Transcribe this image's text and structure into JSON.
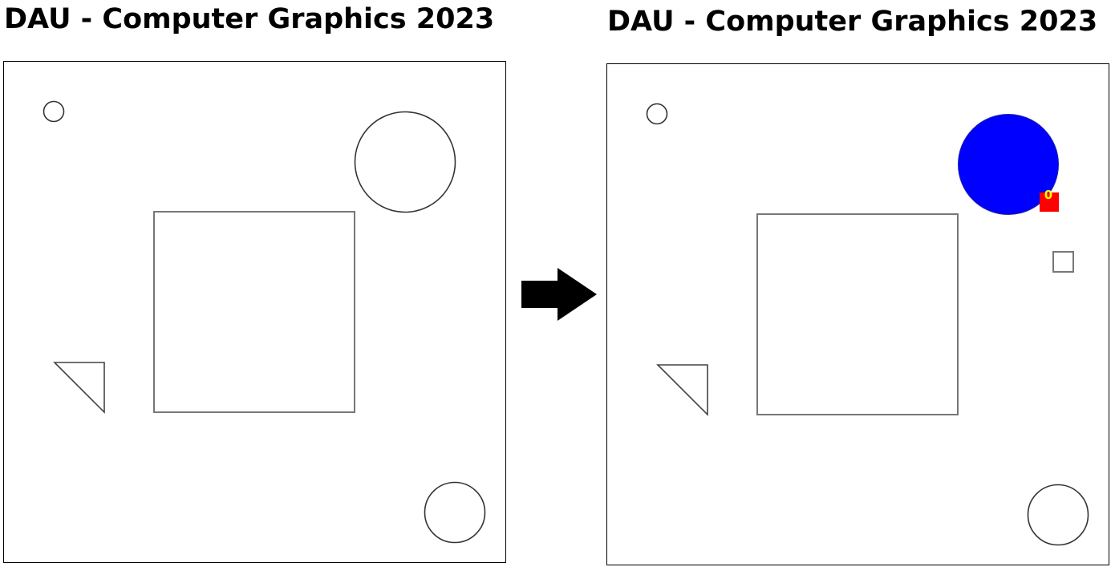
{
  "panels": {
    "before": {
      "title": "DAU - Computer Graphics 2023"
    },
    "after": {
      "title": "DAU - Computer Graphics 2023",
      "marker_label": "0"
    }
  },
  "arrow": {
    "icon": "right-arrow-icon"
  },
  "colors": {
    "stroke": "#333333",
    "square_stroke": "#777777",
    "selected_fill": "#0000ff",
    "handle_fill": "#ff0000",
    "label_color": "#ffff00",
    "arrow_fill": "#000000"
  }
}
